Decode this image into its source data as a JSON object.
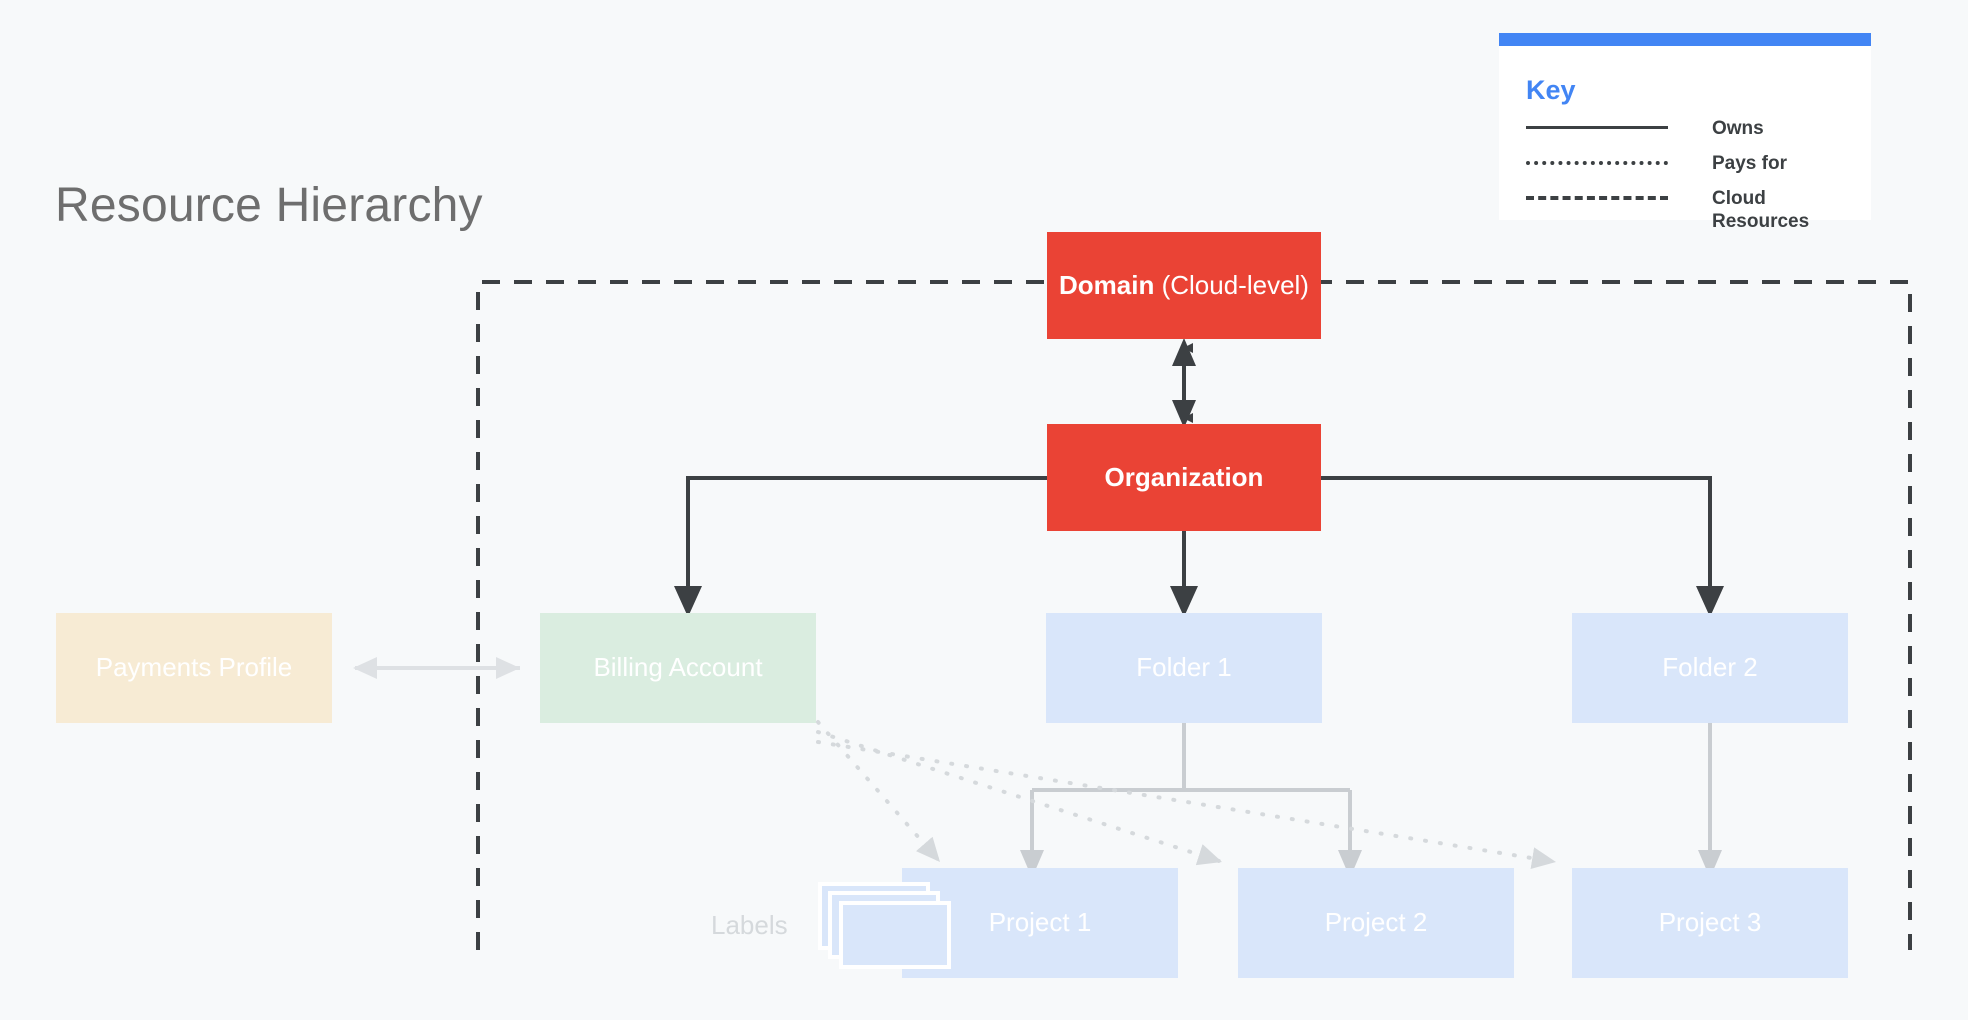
{
  "page": {
    "title": "Resource Hierarchy",
    "background_color": "#F7F9FA"
  },
  "colors": {
    "red": "#EA4335",
    "blue_accent": "#4285F4",
    "cream": "#F7EBD4",
    "green": "#DAEDE0",
    "light_blue": "#D9E6FA",
    "dark_line": "#3C4043",
    "light_line": "#D5D9DC",
    "title_gray": "#6E6E6E"
  },
  "key": {
    "title": "Key",
    "rows": [
      {
        "style": "solid",
        "label": "Owns"
      },
      {
        "style": "dotted",
        "label": "Pays for"
      },
      {
        "style": "dashed",
        "label": "Cloud\nResources"
      }
    ]
  },
  "nodes": {
    "domain": {
      "label_bold": "Domain",
      "label_light": " (Cloud-level)",
      "color": "red"
    },
    "organization": {
      "label": "Organization",
      "color": "red"
    },
    "payments_profile": {
      "label": "Payments Profile",
      "color": "cream"
    },
    "billing_account": {
      "label": "Billing Account",
      "color": "green"
    },
    "folder_1": {
      "label": "Folder 1",
      "color": "light_blue"
    },
    "folder_2": {
      "label": "Folder 2",
      "color": "light_blue"
    },
    "project_1": {
      "label": "Project 1",
      "color": "light_blue"
    },
    "project_2": {
      "label": "Project 2",
      "color": "light_blue"
    },
    "project_3": {
      "label": "Project 3",
      "color": "light_blue"
    }
  },
  "annotations": {
    "labels_caption": "Labels"
  },
  "relationships": [
    {
      "from": "domain",
      "to": "organization",
      "type": "owns",
      "bidirectional": true
    },
    {
      "from": "organization",
      "to": "billing_account",
      "type": "owns"
    },
    {
      "from": "organization",
      "to": "folder_1",
      "type": "owns"
    },
    {
      "from": "organization",
      "to": "folder_2",
      "type": "owns"
    },
    {
      "from": "payments_profile",
      "to": "billing_account",
      "type": "pays_for",
      "bidirectional": true
    },
    {
      "from": "billing_account",
      "to": "project_1",
      "type": "pays_for"
    },
    {
      "from": "billing_account",
      "to": "project_2",
      "type": "pays_for"
    },
    {
      "from": "billing_account",
      "to": "project_3",
      "type": "pays_for"
    },
    {
      "from": "folder_1",
      "to": "project_1",
      "type": "owns"
    },
    {
      "from": "folder_1",
      "to": "project_2",
      "type": "owns"
    },
    {
      "from": "folder_2",
      "to": "project_3",
      "type": "owns"
    }
  ],
  "cloud_resources_boundary": {
    "description": "dashed rectangle enclosing Billing Account, Folders and Projects"
  }
}
